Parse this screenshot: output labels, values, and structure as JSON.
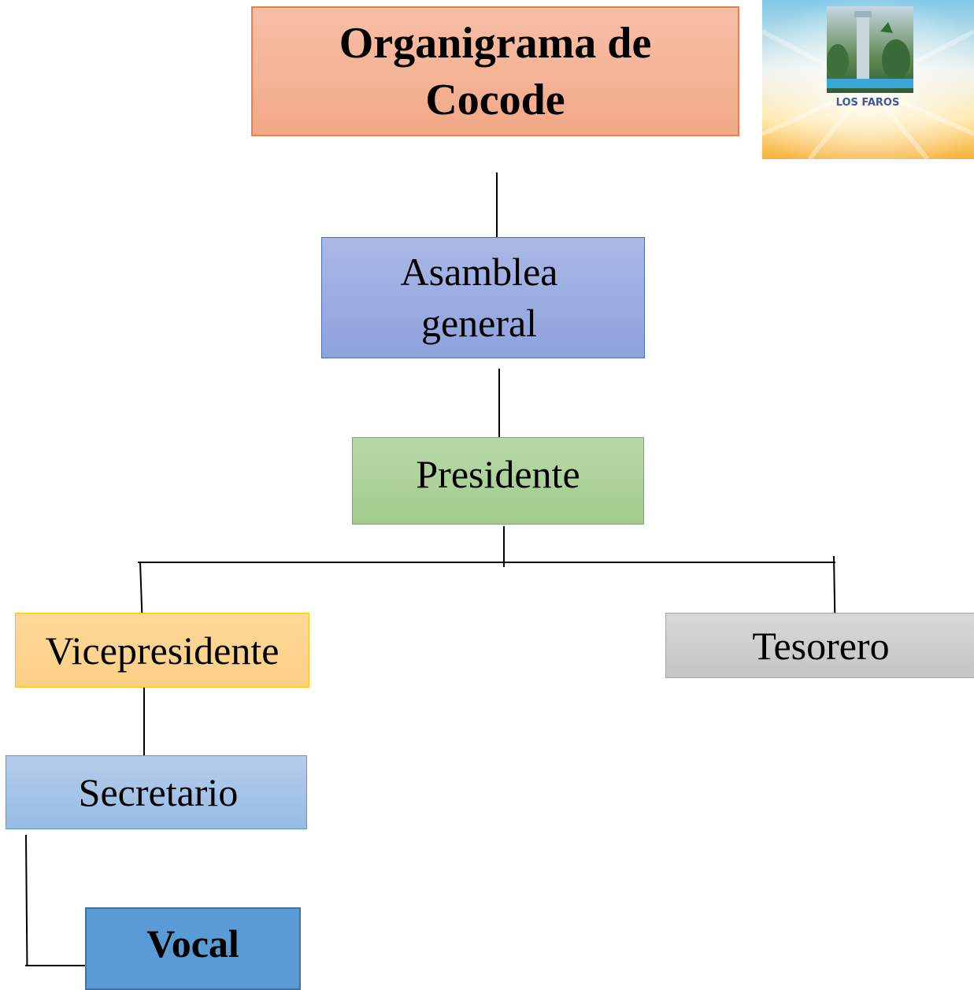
{
  "title": {
    "line1": "Organigrama de",
    "line2": "Cocode"
  },
  "nodes": {
    "asamblea": {
      "line1": "Asamblea",
      "line2": "general"
    },
    "presidente": "Presidente",
    "vicepresidente": "Vicepresidente",
    "tesorero": "Tesorero",
    "secretario": "Secretario",
    "vocal": "Vocal"
  },
  "logo": {
    "caption": "LOS FAROS"
  },
  "colors": {
    "title_fill": "#f4b183",
    "asamblea_fill": "#8fa4dc",
    "presidente_fill": "#a9d18e",
    "vicepresidente_fill": "#ffd966",
    "tesorero_fill": "#c9c9c9",
    "secretario_fill": "#9dc3e6",
    "vocal_fill": "#5b9bd5"
  }
}
